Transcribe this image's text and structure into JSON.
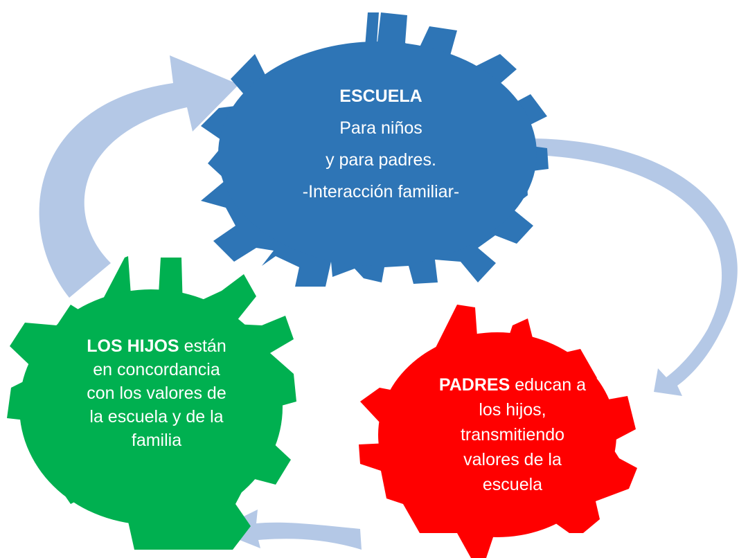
{
  "colors": {
    "arrow": "#b4c8e6",
    "escuela_gear": "#2e75b6",
    "hijos_gear": "#00b050",
    "padres_gear": "#ff0000",
    "text": "#ffffff"
  },
  "gears": {
    "escuela": {
      "title": "ESCUELA",
      "line1": "Para niños",
      "line2": "y para padres.",
      "line3": "-Interacción familiar-"
    },
    "hijos": {
      "title": "LOS HIJOS",
      "title_rest": " están",
      "line1": "en concordancia",
      "line2": "con los valores de",
      "line3": "la escuela y de la",
      "line4": "familia"
    },
    "padres": {
      "title": "PADRES",
      "title_rest": " educan a",
      "line1": "los hijos,",
      "line2": "transmitiendo",
      "line3": "valores de la",
      "line4": "escuela"
    }
  }
}
